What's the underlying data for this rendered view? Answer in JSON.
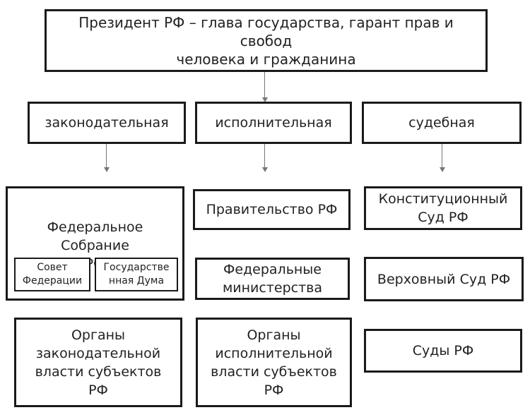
{
  "president": "Президент РФ – глава государства, гарант прав и свобод\nчеловека и гражданина",
  "branches": {
    "legislative": "законодательная",
    "executive": "исполнительная",
    "judicial": "судебная"
  },
  "legislative": {
    "federal_assembly": "Федеральное Собрание\nРФ",
    "federation_council": "Совет\nФедерации",
    "state_duma": "Государстве\nнная Дума",
    "regional_organs": "Органы\nзаконодательной\nвласти субъектов\nРФ"
  },
  "executive": {
    "government": "Правительство РФ",
    "ministries": "Федеральные\nминистерства",
    "regional_organs": "Органы\nисполнительной\nвласти субъектов\nРФ"
  },
  "judicial": {
    "constitutional_court": "Конституционный\nСуд РФ",
    "supreme_court": "Верховный Суд РФ",
    "courts": "Суды РФ"
  }
}
